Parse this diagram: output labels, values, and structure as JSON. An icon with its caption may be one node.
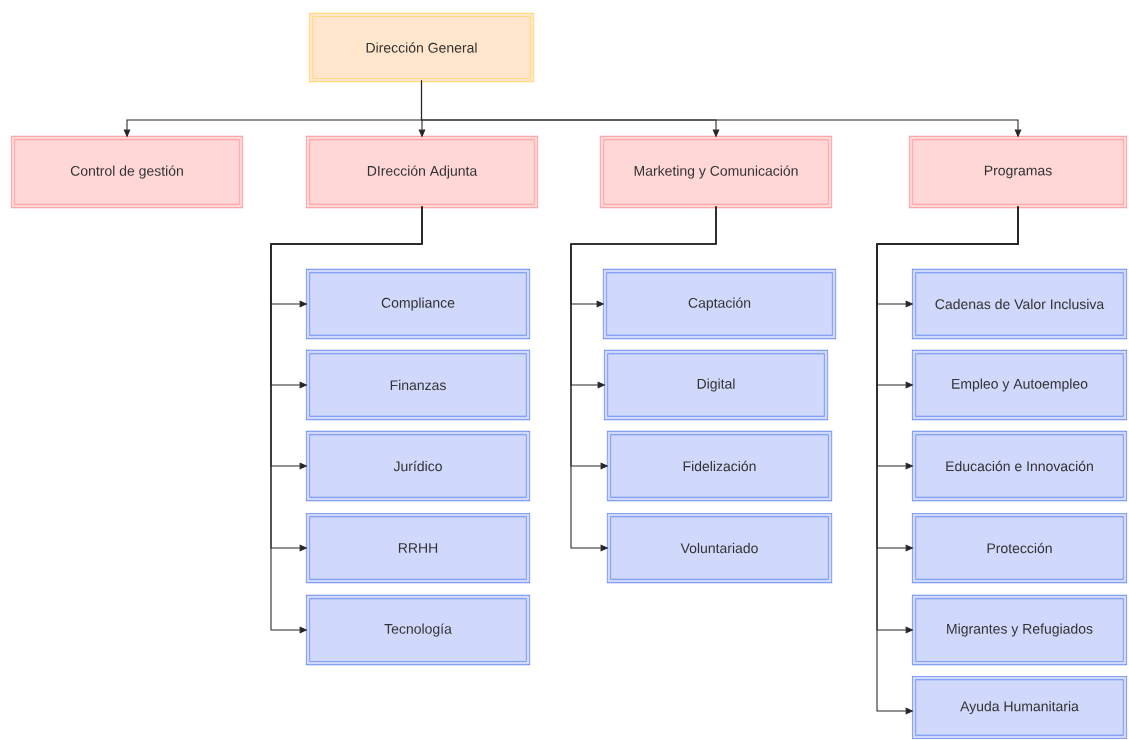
{
  "diagram": {
    "nodes": [
      {
        "text": [
          "Dirección General"
        ]
      },
      {
        "text": [
          "Control de gestión"
        ]
      },
      {
        "text": [
          "DIrección Adjunta"
        ]
      },
      {
        "text": [
          "Marketing y Comunicación"
        ]
      },
      {
        "text": [
          "Programas"
        ]
      },
      {
        "text": [
          "Compliance"
        ]
      },
      {
        "text": [
          "Finanzas"
        ]
      },
      {
        "text": [
          "Jurídico"
        ]
      },
      {
        "text": [
          "RRHH"
        ]
      },
      {
        "text": [
          "Tecnología"
        ]
      },
      {
        "text": [
          "Captación"
        ]
      },
      {
        "text": [
          "Digital"
        ]
      },
      {
        "text": [
          "Fidelización"
        ]
      },
      {
        "text": [
          "Voluntariado"
        ]
      },
      {
        "text": [
          "Cadenas de Valor Inclusiva"
        ]
      },
      {
        "text": [
          "Empleo y Autoempleo"
        ]
      },
      {
        "text": [
          "Educación e Innovación"
        ]
      },
      {
        "text": [
          "Protección"
        ]
      },
      {
        "text": [
          "Migrantes y Refugiados"
        ]
      },
      {
        "text": [
          "Ayuda Humanitaria"
        ]
      }
    ],
    "edges": [
      {
        "from": 0,
        "to": 1,
        "arrow": "to"
      },
      {
        "from": 0,
        "to": 2,
        "arrow": "to"
      },
      {
        "from": 0,
        "to": 3,
        "arrow": "to"
      },
      {
        "from": 0,
        "to": 4,
        "arrow": "to"
      },
      {
        "from": 2,
        "to": 5,
        "arrow": "to"
      },
      {
        "from": 2,
        "to": 6,
        "arrow": "to"
      },
      {
        "from": 2,
        "to": 7,
        "arrow": "to"
      },
      {
        "from": 2,
        "to": 8,
        "arrow": "to"
      },
      {
        "from": 2,
        "to": 9,
        "arrow": "to"
      },
      {
        "from": 3,
        "to": 10,
        "arrow": "to"
      },
      {
        "from": 3,
        "to": 11,
        "arrow": "to"
      },
      {
        "from": 3,
        "to": 12,
        "arrow": "to"
      },
      {
        "from": 3,
        "to": 13,
        "arrow": "to"
      },
      {
        "from": 4,
        "to": 14,
        "arrow": "to"
      },
      {
        "from": 4,
        "to": 15,
        "arrow": "to"
      },
      {
        "from": 4,
        "to": 16,
        "arrow": "to"
      },
      {
        "from": 4,
        "to": 17,
        "arrow": "to"
      },
      {
        "from": 4,
        "to": 18,
        "arrow": "to"
      },
      {
        "from": 4,
        "to": 19,
        "arrow": "to"
      }
    ]
  }
}
